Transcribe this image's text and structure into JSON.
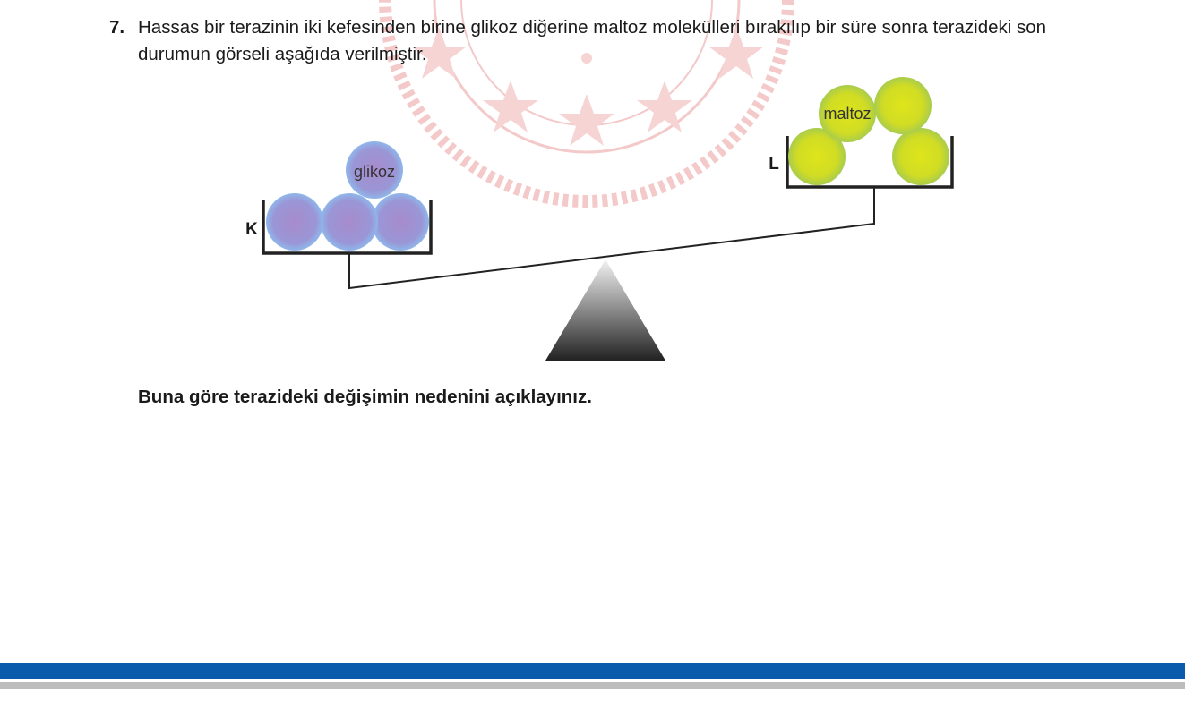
{
  "question": {
    "number": "7.",
    "text": "Hassas bir terazinin iki kefesinden birine glikoz diğerine maltoz molekülleri bırakılıp bir süre sonra terazideki son durumun görseli aşağıda verilmiştir."
  },
  "figure": {
    "left_pan_label": "K",
    "right_pan_label": "L",
    "left_molecule_label": "glikoz",
    "right_molecule_label": "maltoz",
    "glikoz_color": "#9b8fd0",
    "maltoz_color": "#d6e020"
  },
  "instruction": "Buna göre terazideki değişimin nedenini açıklayınız.",
  "colors": {
    "footer_blue": "#0a5bab",
    "footer_grey": "#bdbdbd"
  }
}
